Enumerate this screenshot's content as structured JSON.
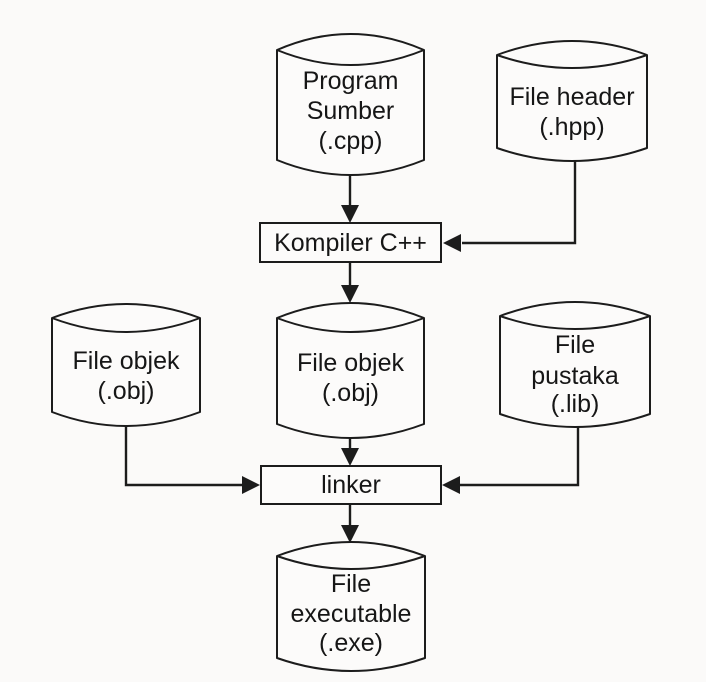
{
  "diagram": {
    "nodes": {
      "program_sumber": {
        "lines": [
          "Program",
          "Sumber",
          "(.cpp)"
        ]
      },
      "file_header": {
        "lines": [
          "File header",
          "(.hpp)"
        ]
      },
      "kompiler": {
        "label": "Kompiler C++"
      },
      "file_objek_kiri": {
        "lines": [
          "File objek",
          "(.obj)"
        ]
      },
      "file_objek_tengah": {
        "lines": [
          "File objek",
          "(.obj)"
        ]
      },
      "file_pustaka": {
        "lines": [
          "File",
          "pustaka",
          "(.lib)"
        ]
      },
      "linker": {
        "label": "linker"
      },
      "file_executable": {
        "lines": [
          "File",
          "executable",
          "(.exe)"
        ]
      }
    },
    "colors": {
      "line": "#1c1c1c",
      "text": "#161616",
      "background": "#fbfaf9",
      "node_fill": "#fcfbfa"
    }
  }
}
